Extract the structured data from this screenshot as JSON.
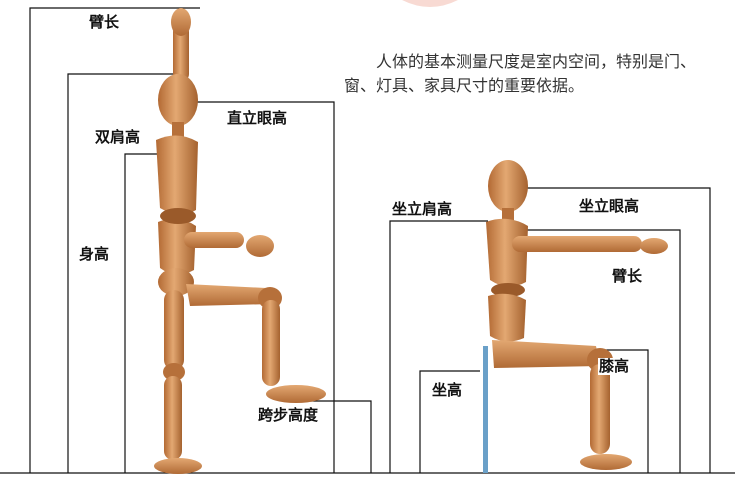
{
  "intro_text": "人体的基本测量尺度是室内空间，特别是门、窗、灯具、家具尺寸的重要依据。",
  "standing_labels": {
    "arm_length": "臂长",
    "shoulder_height": "双肩高",
    "standing_eye_height": "直立眼高",
    "body_height": "身高",
    "step_height": "跨步高度"
  },
  "seated_labels": {
    "seated_shoulder_height": "坐立肩高",
    "seated_eye_height": "坐立眼高",
    "arm_length": "臂长",
    "knee_height": "膝高",
    "seated_height": "坐高"
  },
  "colors": {
    "wood_light": "#e3a872",
    "wood_dark": "#a5622f",
    "pole": "#6aa0c8",
    "line": "#111111"
  }
}
